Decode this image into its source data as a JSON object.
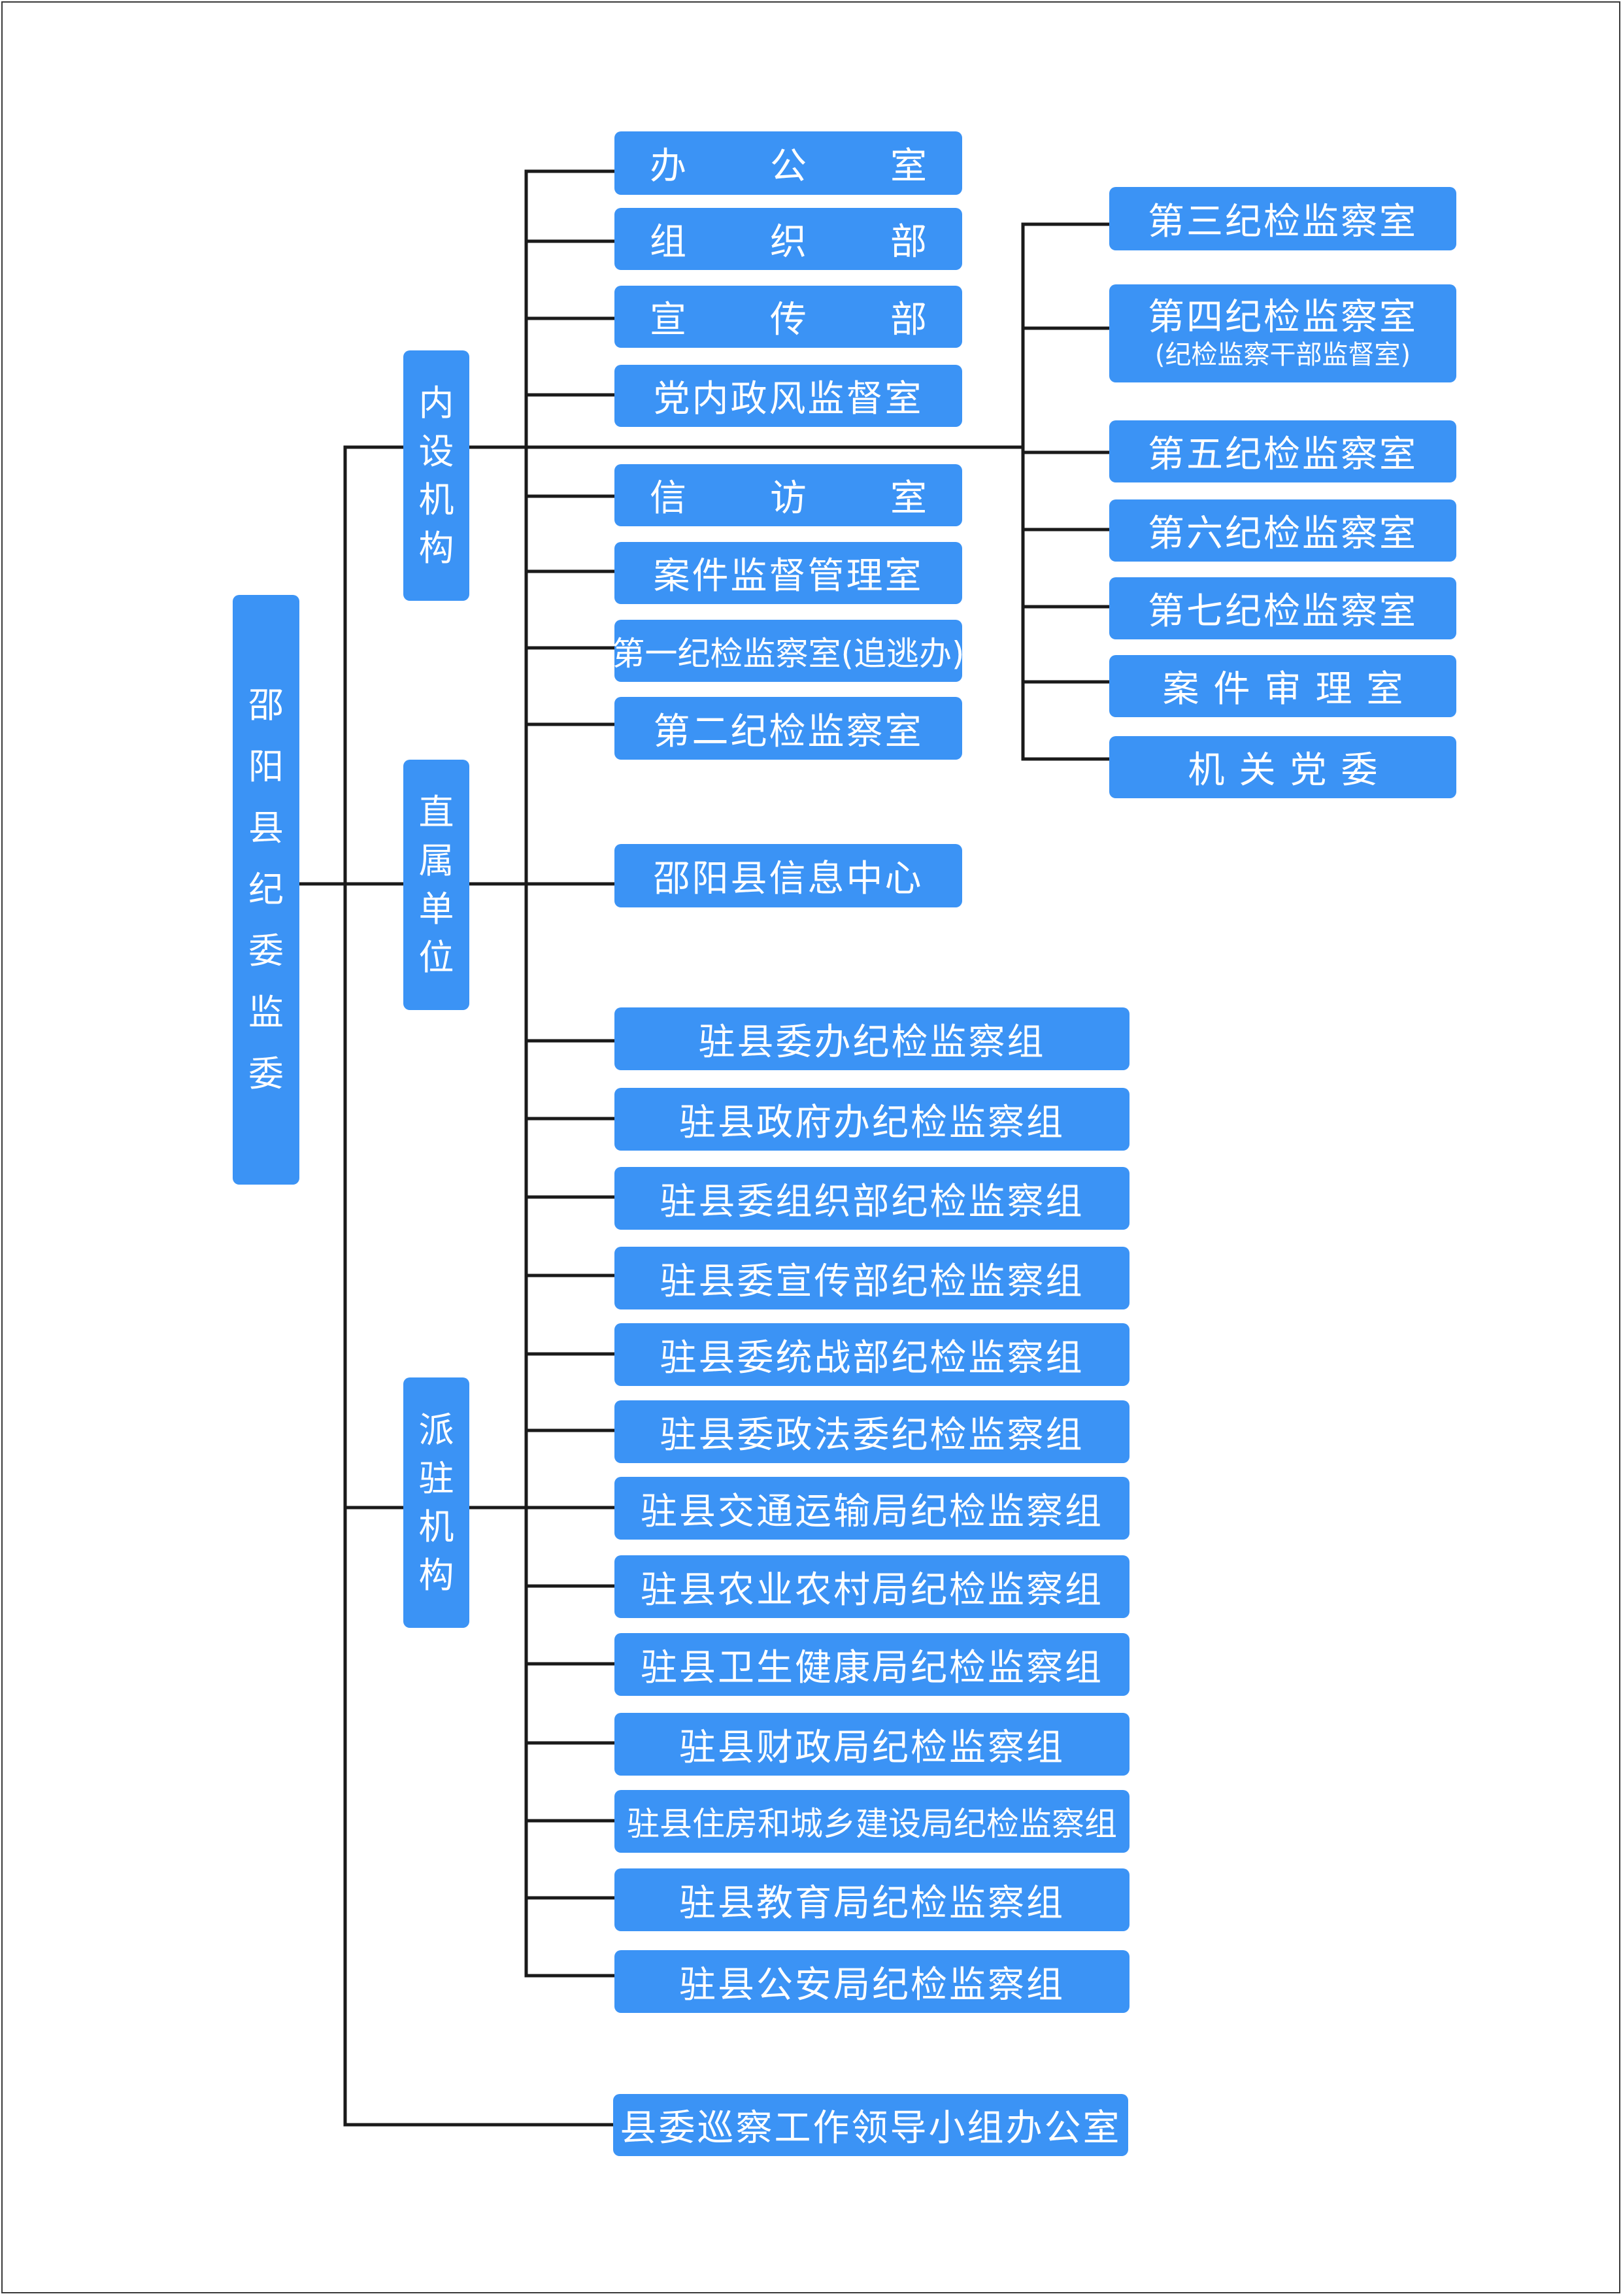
{
  "root": "邵阳县纪委监委",
  "branches": {
    "internal": "内设机构",
    "direct": "直属单位",
    "dispatched": "派驻机构"
  },
  "internal_left": [
    "办　公　室",
    "组　织　部",
    "宣　传　部",
    "党内政风监督室",
    "信　访　室",
    "案件监督管理室",
    "第一纪检监察室(追逃办)",
    "第二纪检监察室"
  ],
  "internal_right": [
    {
      "main": "第三纪检监察室"
    },
    {
      "main": "第四纪检监察室",
      "sub": "(纪检监察干部监督室)"
    },
    {
      "main": "第五纪检监察室"
    },
    {
      "main": "第六纪检监察室"
    },
    {
      "main": "第七纪检监察室"
    },
    {
      "main": "案件审理室"
    },
    {
      "main": "机关党委"
    }
  ],
  "direct_units": [
    "邵阳县信息中心"
  ],
  "dispatched_groups": [
    "驻县委办纪检监察组",
    "驻县政府办纪检监察组",
    "驻县委组织部纪检监察组",
    "驻县委宣传部纪检监察组",
    "驻县委统战部纪检监察组",
    "驻县委政法委纪检监察组",
    "驻县交通运输局纪检监察组",
    "驻县农业农村局纪检监察组",
    "驻县卫生健康局纪检监察组",
    "驻县财政局纪检监察组",
    "驻县住房和城乡建设局纪检监察组",
    "驻县教育局纪检监察组",
    "驻县公安局纪检监察组"
  ],
  "bottom_office": "县委巡察工作领导小组办公室",
  "colors": {
    "box": "#3b93f5",
    "text": "#ffffff",
    "line": "#1a1a1a"
  }
}
